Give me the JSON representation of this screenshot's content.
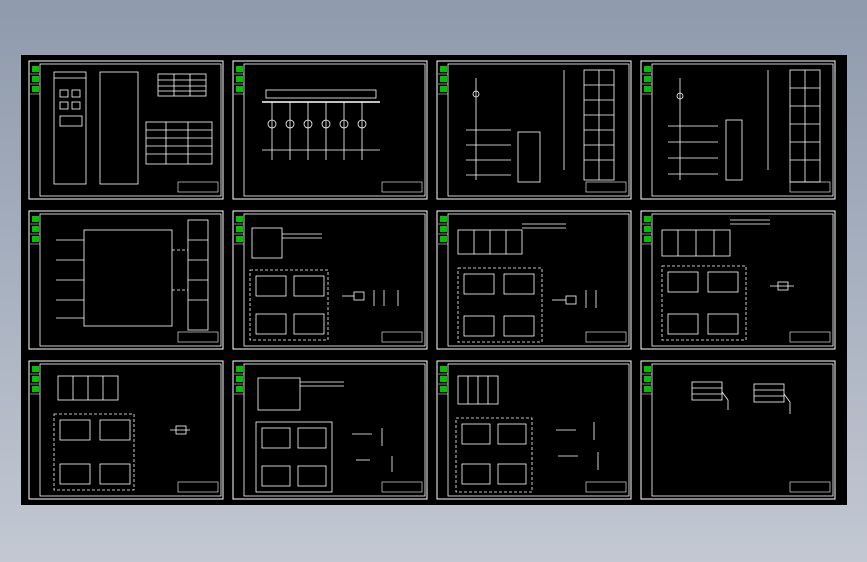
{
  "viewer": {
    "background_top": "#8f9aac",
    "background_bottom": "#c3c8d2",
    "model_space_color": "#000000",
    "line_color": "#ffffff",
    "marker_color": "#00c000"
  },
  "sheets": [
    {
      "id": 1,
      "kind": "cabinet-front-view"
    },
    {
      "id": 2,
      "kind": "single-line-busbar"
    },
    {
      "id": 3,
      "kind": "control-schematic-terminal"
    },
    {
      "id": 4,
      "kind": "control-schematic-terminal"
    },
    {
      "id": 5,
      "kind": "secondary-wiring-schematic"
    },
    {
      "id": 6,
      "kind": "relay-panel-layout"
    },
    {
      "id": 7,
      "kind": "relay-panel-layout"
    },
    {
      "id": 8,
      "kind": "relay-panel-layout"
    },
    {
      "id": 9,
      "kind": "relay-panel-layout"
    },
    {
      "id": 10,
      "kind": "relay-panel-layout"
    },
    {
      "id": 11,
      "kind": "relay-panel-layout"
    },
    {
      "id": 12,
      "kind": "table-detail"
    }
  ]
}
